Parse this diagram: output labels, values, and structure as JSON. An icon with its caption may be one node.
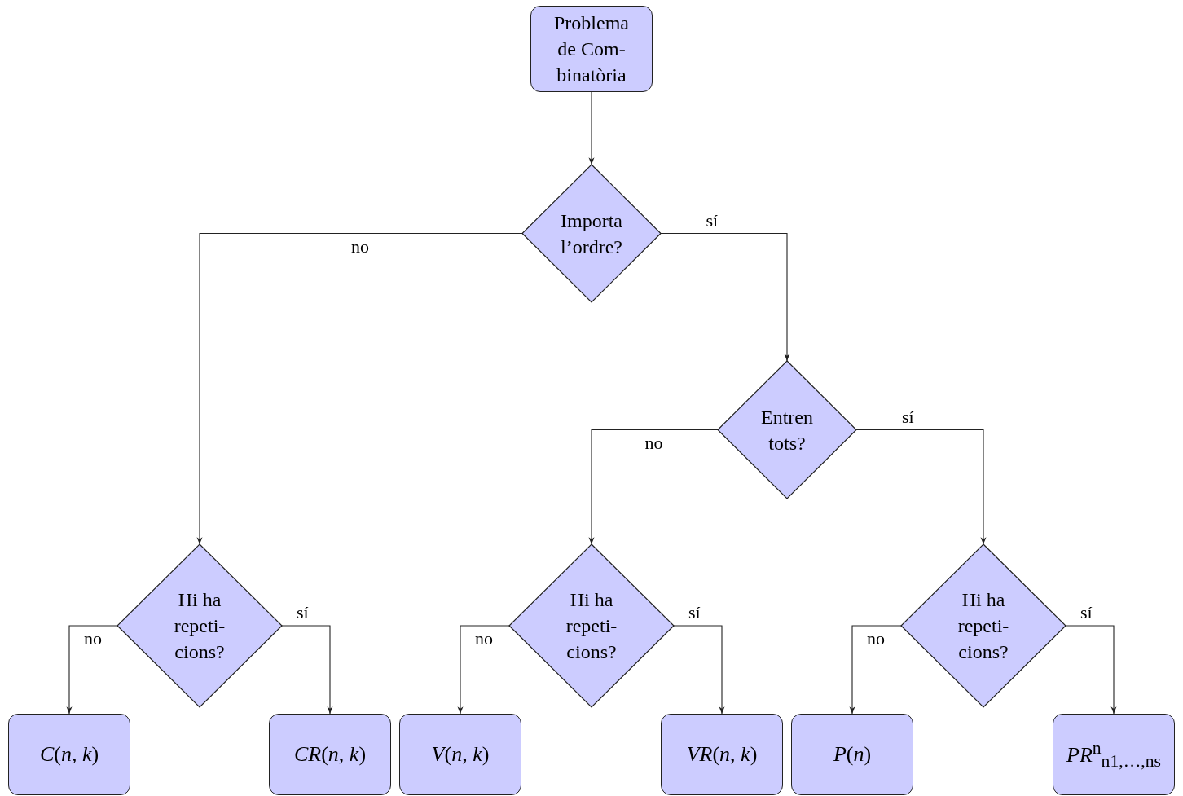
{
  "diagram": {
    "nodes": [
      {
        "text": [
          "Problema de Com- binatòria"
        ]
      },
      {
        "text": [
          "Importa l’ordre?"
        ]
      },
      {
        "text": [
          "Entren tots?"
        ]
      },
      {
        "text": [
          "Hi ha repeti- cions?"
        ]
      },
      {
        "text": [
          "Hi ha repeti- cions?"
        ]
      },
      {
        "text": [
          "Hi ha repeti- cions?"
        ]
      },
      {
        "text": [
          "*C*(*n*, *k*)"
        ]
      },
      {
        "text": [
          "*CR*(*n*, *k*)"
        ]
      },
      {
        "text": [
          "*V*(*n*, *k*)"
        ]
      },
      {
        "text": [
          "*VR*(*n*, *k*)"
        ]
      },
      {
        "text": [
          "*P*(*n*)"
        ]
      },
      {
        "text": [
          "*PR*$^{n}$$_{n1,…,ns}$"
        ]
      }
    ],
    "edges": [
      {
        "from": 0,
        "to": 1,
        "arrow": "to"
      },
      {
        "from": 1,
        "to": 3,
        "arrow": "to",
        "label": "no"
      },
      {
        "from": 1,
        "to": 2,
        "arrow": "to",
        "label": "sí"
      },
      {
        "from": 2,
        "to": 4,
        "arrow": "to",
        "label": "no"
      },
      {
        "from": 2,
        "to": 5,
        "arrow": "to",
        "label": "sí"
      },
      {
        "from": 3,
        "to": 6,
        "arrow": "to",
        "label": "no"
      },
      {
        "from": 3,
        "to": 7,
        "arrow": "to",
        "label": "sí"
      },
      {
        "from": 4,
        "to": 8,
        "arrow": "to",
        "label": "no"
      },
      {
        "from": 4,
        "to": 9,
        "arrow": "to",
        "label": "sí"
      },
      {
        "from": 5,
        "to": 10,
        "arrow": "to",
        "label": "no"
      },
      {
        "from": 5,
        "to": 11,
        "arrow": "to",
        "label": "sí"
      }
    ]
  }
}
